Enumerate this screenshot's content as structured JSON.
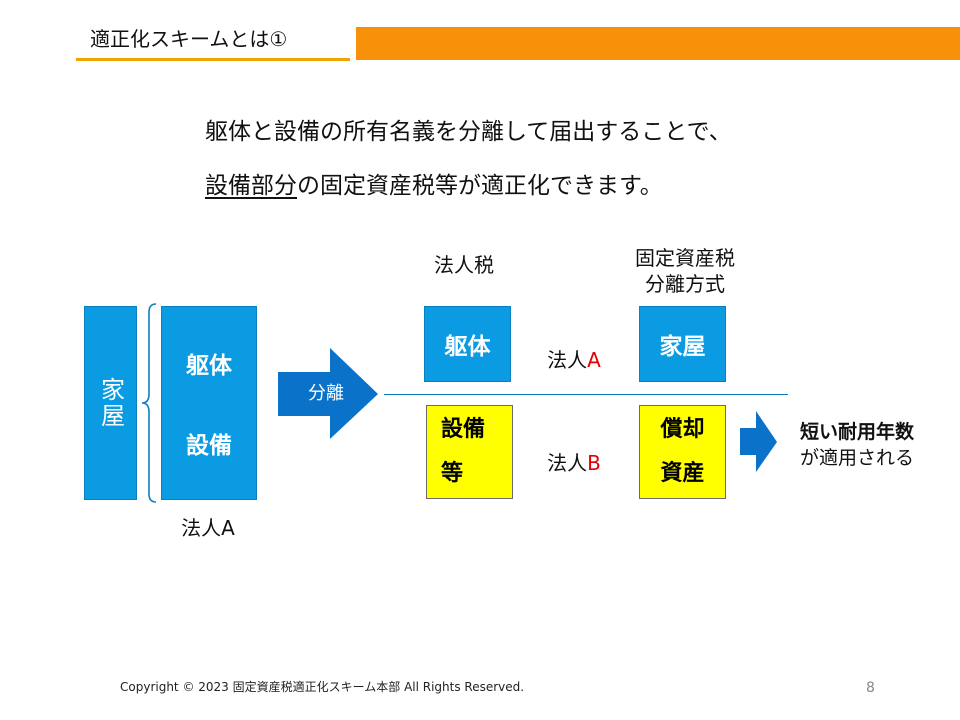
{
  "header": {
    "title": "適正化スキームとは①",
    "colors": {
      "accent_bar": "#F7910A",
      "underline": "#F0A400"
    }
  },
  "intro": {
    "line1": "躯体と設備の所有名義を分離して届出することで、",
    "line2_underlined": "設備部分",
    "line2_rest": "の固定資産税等が適正化できます。"
  },
  "left": {
    "house_label": "家屋",
    "body_label": "躯体",
    "equipment_label": "設備",
    "owner_label": "法人A"
  },
  "arrow": {
    "label": "分離"
  },
  "right": {
    "tax_corp_label": "法人税",
    "tax_fixed_label_line1": "固定資産税",
    "tax_fixed_label_line2": "分離方式",
    "top_left_box": "躯体",
    "top_right_box": "家屋",
    "owner_a_prefix": "法人",
    "owner_a_letter": "A",
    "bottom_left_box_line1": "設備",
    "bottom_left_box_line2": "等",
    "bottom_right_box_line1": "償却",
    "bottom_right_box_line2": "資産",
    "owner_b_prefix": "法人",
    "owner_b_letter": "B"
  },
  "result": {
    "line1": "短い耐用年数",
    "line2": "が適用される"
  },
  "footer": {
    "copyright": "Copyright © 2023 固定資産税適正化スキーム本部 All Rights Reserved.",
    "page_number": "8"
  },
  "colors": {
    "blue_box": "#0B9BE3",
    "yellow_box": "#FFFF00",
    "owner_letter_red": "#E00000"
  }
}
